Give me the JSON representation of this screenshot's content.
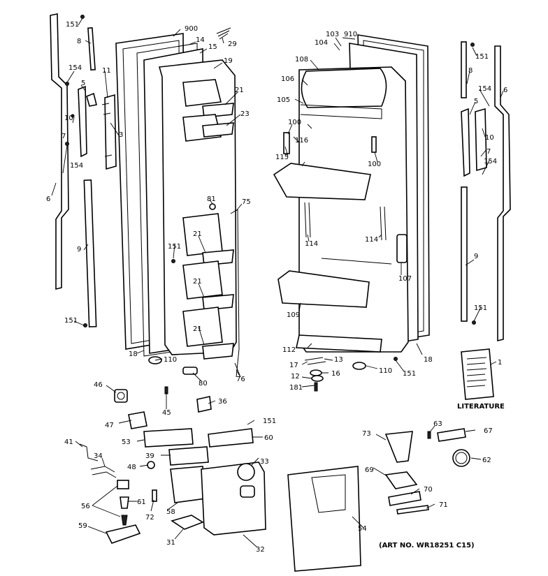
{
  "callouts": {
    "c1": "1",
    "c3": "3",
    "c5a": "5",
    "c5b": "5",
    "c6a": "6",
    "c6b": "6",
    "c7a": "7",
    "c7b": "7",
    "c8a": "8",
    "c8b": "8",
    "c9a": "9",
    "c9b": "9",
    "c10a": "10",
    "c10b": "10",
    "c11": "11",
    "c12": "12",
    "c13": "13",
    "c14": "14",
    "c15": "15",
    "c16": "16",
    "c17": "17",
    "c18a": "18",
    "c18b": "18",
    "c19": "19",
    "c21a": "21",
    "c21b": "21",
    "c21c": "21",
    "c21d": "21",
    "c23": "23",
    "c29": "29",
    "c31": "31",
    "c32": "32",
    "c33": "33",
    "c34": "34",
    "c36": "36",
    "c39": "39",
    "c41": "41",
    "c45": "45",
    "c46": "46",
    "c47": "47",
    "c48": "48",
    "c53": "53",
    "c54": "54",
    "c56": "56",
    "c58": "58",
    "c59": "59",
    "c60": "60",
    "c61": "61",
    "c62": "62",
    "c63": "63",
    "c67": "67",
    "c69": "69",
    "c70": "70",
    "c71": "71",
    "c72": "72",
    "c73": "73",
    "c75": "75",
    "c76": "76",
    "c80": "80",
    "c81": "81",
    "c100a": "100",
    "c100b": "100",
    "c103": "103",
    "c104": "104",
    "c105": "105",
    "c106": "106",
    "c107": "107",
    "c108": "108",
    "c109": "109",
    "c110a": "110",
    "c110b": "110",
    "c112": "112",
    "c114a": "114",
    "c114b": "114",
    "c115": "115",
    "c116": "116",
    "c151a": "151",
    "c151b": "151",
    "c151c": "151",
    "c151d": "151",
    "c151e": "151",
    "c151f": "151",
    "c151g": "151",
    "c154a": "154",
    "c154b": "154",
    "c154c": "154",
    "c154d": "154",
    "c181": "181",
    "c900": "900",
    "c910": "910"
  },
  "literature_label": "LITERATURE",
  "art_number": "(ART NO. WR18251 C15)"
}
